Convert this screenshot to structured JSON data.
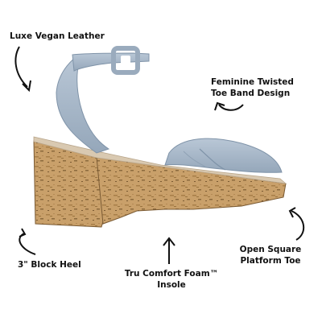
{
  "callouts": {
    "leather": "Luxe Vegan Leather",
    "toe_band": "Feminine Twisted\nToe Band Design",
    "heel": "3\" Block Heel",
    "foam": "Tru Comfort Foam™\nInsole",
    "platform": "Open Square\nPlatform Toe"
  },
  "colors": {
    "leather": "#a9b8c8",
    "leather_shadow": "#8ea0b3",
    "cork": "#c9a06a",
    "cork_dark": "#8c6a3d",
    "outline": "#111111"
  }
}
